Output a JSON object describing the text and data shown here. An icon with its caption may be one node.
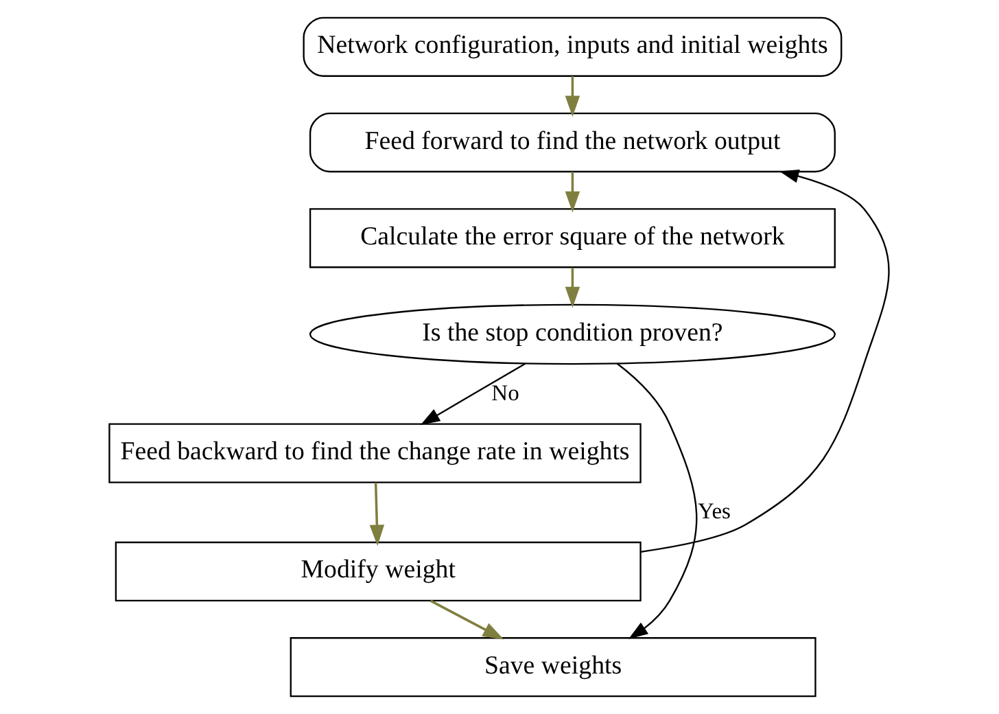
{
  "diagram": {
    "nodes": [
      {
        "text": [
          "Network configuration, inputs and initial weights"
        ]
      },
      {
        "text": [
          "Feed forward to find the network output"
        ]
      },
      {
        "text": [
          "Calculate the error square of the network"
        ]
      },
      {
        "text": [
          "Is the stop condition proven?"
        ]
      },
      {
        "text": [
          "Feed backward to find the change rate in weights"
        ]
      },
      {
        "text": [
          "Modify weight"
        ]
      },
      {
        "text": [
          "Save weights"
        ]
      }
    ],
    "edges": [
      {
        "from": 0,
        "to": 1,
        "arrow": "to"
      },
      {
        "from": 1,
        "to": 2,
        "arrow": "to"
      },
      {
        "from": 2,
        "to": 3,
        "arrow": "to"
      },
      {
        "from": 3,
        "to": 4,
        "arrow": "to",
        "label": "No",
        "color": "#000000"
      },
      {
        "from": 4,
        "to": 5,
        "arrow": "to"
      },
      {
        "from": 5,
        "to": 6,
        "arrow": "to"
      },
      {
        "from": 3,
        "to": 6,
        "arrow": "to",
        "label": "Yes",
        "color": "#000000"
      },
      {
        "from": 5,
        "to": 1,
        "arrow": "to",
        "color": "#000000"
      }
    ]
  }
}
